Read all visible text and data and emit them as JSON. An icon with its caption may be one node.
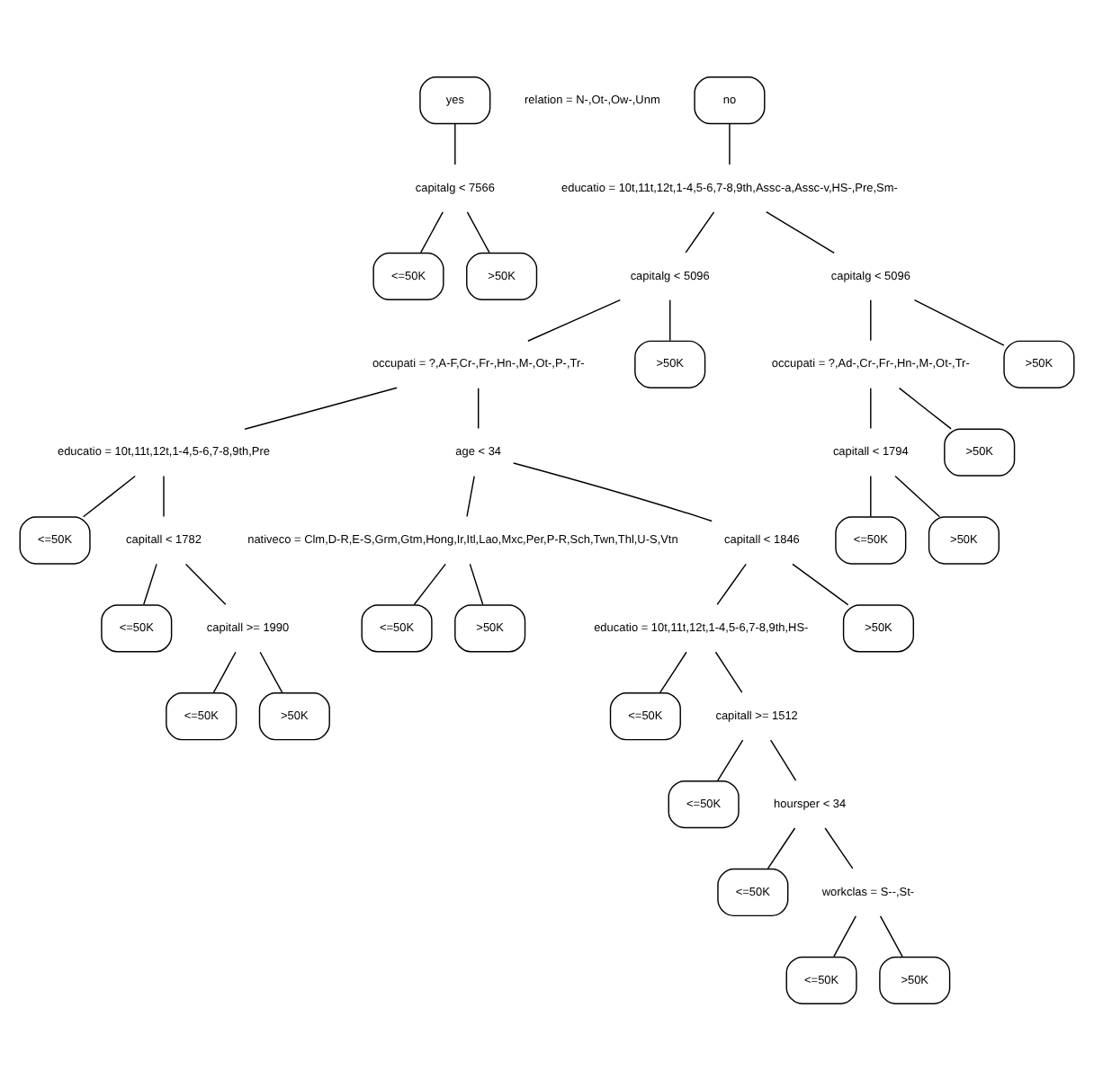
{
  "diagram": {
    "nodes": [
      {
        "text": [
          "yes"
        ]
      },
      {
        "text": [
          "no"
        ]
      },
      {
        "text": [
          "capitalg < 7566"
        ]
      },
      {
        "text": [
          "<=50K"
        ]
      },
      {
        "text": [
          ">50K"
        ]
      },
      {
        "text": [
          "educatio = 10t,11t,12t,1-4,5-6,7-8,9th,Assc-a,Assc-v,HS-,Pre,Sm-"
        ]
      },
      {
        "text": [
          "capitalg < 5096"
        ]
      },
      {
        "text": [
          "capitalg < 5096"
        ]
      },
      {
        "text": [
          "occupati = ?,A-F,Cr-,Fr-,Hn-,M-,Ot-,P-,Tr-"
        ]
      },
      {
        "text": [
          ">50K"
        ]
      },
      {
        "text": [
          "educatio = 10t,11t,12t,1-4,5-6,7-8,9th,Pre"
        ]
      },
      {
        "text": [
          "age < 34"
        ]
      },
      {
        "text": [
          "<=50K"
        ]
      },
      {
        "text": [
          "capitall < 1782"
        ]
      },
      {
        "text": [
          "<=50K"
        ]
      },
      {
        "text": [
          "capitall >= 1990"
        ]
      },
      {
        "text": [
          "<=50K"
        ]
      },
      {
        "text": [
          ">50K"
        ]
      },
      {
        "text": [
          "nativeco = Clm,D-R,E-S,Grm,Gtm,Hong,Ir,Itl,Lao,Mxc,Per,P-R,Sch,Twn,Thl,U-S,Vtn"
        ]
      },
      {
        "text": [
          "capitall < 1846"
        ]
      },
      {
        "text": [
          "<=50K"
        ]
      },
      {
        "text": [
          ">50K"
        ]
      },
      {
        "text": [
          "educatio = 10t,11t,12t,1-4,5-6,7-8,9th,HS-"
        ]
      },
      {
        "text": [
          ">50K"
        ]
      },
      {
        "text": [
          "<=50K"
        ]
      },
      {
        "text": [
          "capitall >= 1512"
        ]
      },
      {
        "text": [
          "<=50K"
        ]
      },
      {
        "text": [
          "hoursper < 34"
        ]
      },
      {
        "text": [
          "<=50K"
        ]
      },
      {
        "text": [
          "workclas = S--,St-"
        ]
      },
      {
        "text": [
          "<=50K"
        ]
      },
      {
        "text": [
          ">50K"
        ]
      },
      {
        "text": [
          "occupati = ?,Ad-,Cr-,Fr-,Hn-,M-,Ot-,Tr-"
        ]
      },
      {
        "text": [
          ">50K"
        ]
      },
      {
        "text": [
          "capitall < 1794"
        ]
      },
      {
        "text": [
          ">50K"
        ]
      },
      {
        "text": [
          "<=50K"
        ]
      },
      {
        "text": [
          ">50K"
        ]
      }
    ],
    "edges": [
      {
        "from": 0,
        "to": 2,
        "arrow": "none"
      },
      {
        "from": 2,
        "to": 3,
        "arrow": "none"
      },
      {
        "from": 2,
        "to": 4,
        "arrow": "none"
      },
      {
        "from": 1,
        "to": 5,
        "arrow": "none"
      },
      {
        "from": 5,
        "to": 6,
        "arrow": "none"
      },
      {
        "from": 5,
        "to": 7,
        "arrow": "none"
      },
      {
        "from": 6,
        "to": 8,
        "arrow": "none"
      },
      {
        "from": 6,
        "to": 9,
        "arrow": "none"
      },
      {
        "from": 8,
        "to": 10,
        "arrow": "none"
      },
      {
        "from": 8,
        "to": 11,
        "arrow": "none"
      },
      {
        "from": 10,
        "to": 12,
        "arrow": "none"
      },
      {
        "from": 10,
        "to": 13,
        "arrow": "none"
      },
      {
        "from": 13,
        "to": 14,
        "arrow": "none"
      },
      {
        "from": 13,
        "to": 15,
        "arrow": "none"
      },
      {
        "from": 15,
        "to": 16,
        "arrow": "none"
      },
      {
        "from": 15,
        "to": 17,
        "arrow": "none"
      },
      {
        "from": 11,
        "to": 18,
        "arrow": "none"
      },
      {
        "from": 11,
        "to": 19,
        "arrow": "none"
      },
      {
        "from": 18,
        "to": 20,
        "arrow": "none"
      },
      {
        "from": 18,
        "to": 21,
        "arrow": "none"
      },
      {
        "from": 19,
        "to": 22,
        "arrow": "none"
      },
      {
        "from": 19,
        "to": 23,
        "arrow": "none"
      },
      {
        "from": 22,
        "to": 24,
        "arrow": "none"
      },
      {
        "from": 22,
        "to": 25,
        "arrow": "none"
      },
      {
        "from": 25,
        "to": 26,
        "arrow": "none"
      },
      {
        "from": 25,
        "to": 27,
        "arrow": "none"
      },
      {
        "from": 27,
        "to": 28,
        "arrow": "none"
      },
      {
        "from": 27,
        "to": 29,
        "arrow": "none"
      },
      {
        "from": 29,
        "to": 30,
        "arrow": "none"
      },
      {
        "from": 29,
        "to": 31,
        "arrow": "none"
      },
      {
        "from": 7,
        "to": 32,
        "arrow": "none"
      },
      {
        "from": 7,
        "to": 33,
        "arrow": "none"
      },
      {
        "from": 32,
        "to": 34,
        "arrow": "none"
      },
      {
        "from": 32,
        "to": 35,
        "arrow": "none"
      },
      {
        "from": 34,
        "to": 36,
        "arrow": "none"
      },
      {
        "from": 34,
        "to": 37,
        "arrow": "none"
      }
    ],
    "labels": [
      "relation = N-,Ot-,Ow-,Unm"
    ]
  }
}
